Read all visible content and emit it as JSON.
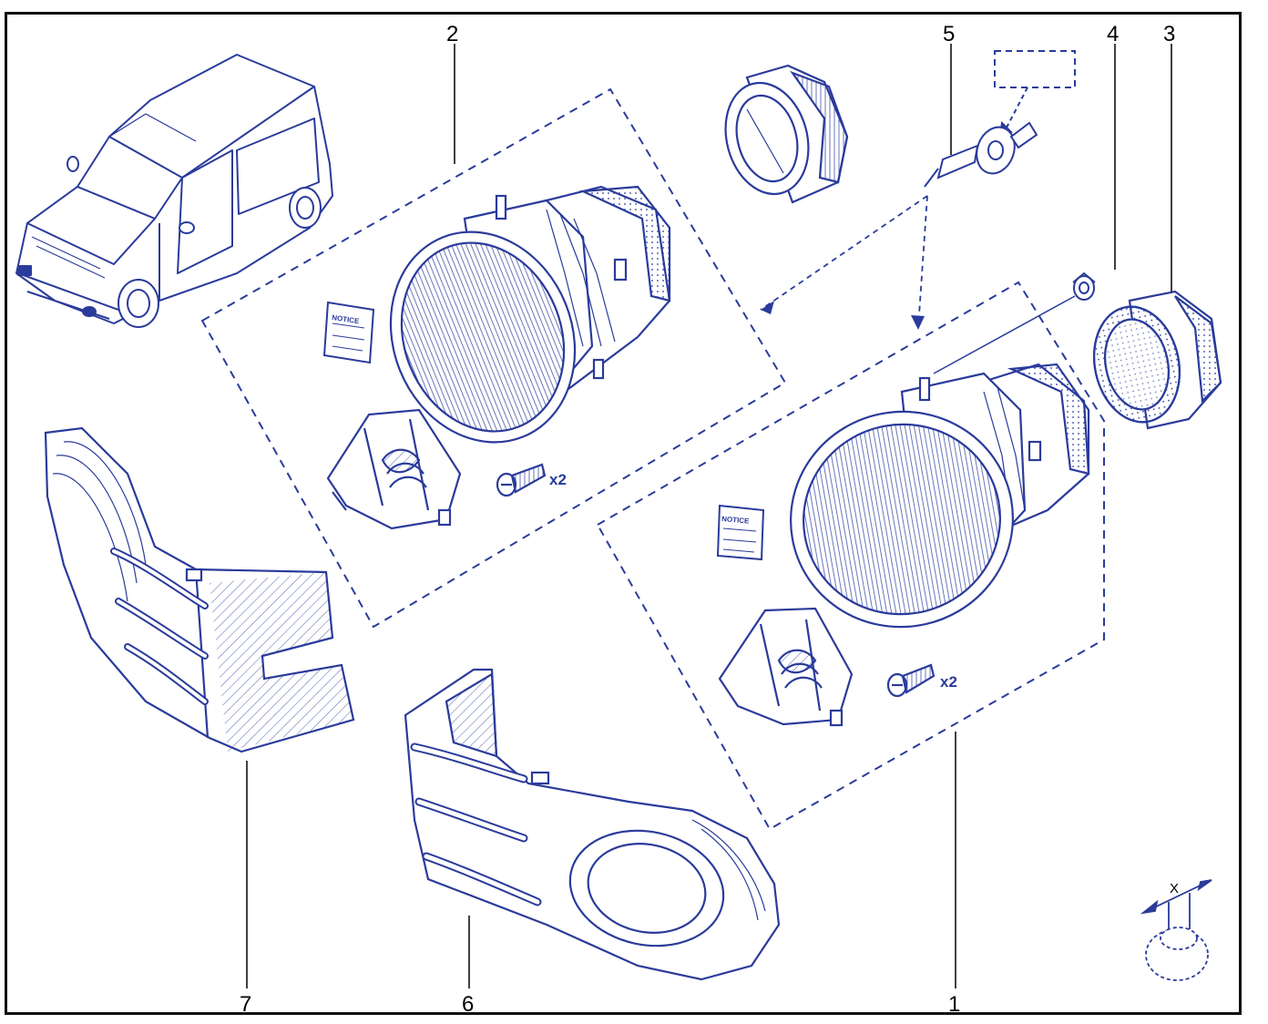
{
  "diagram": {
    "callouts": [
      {
        "id": "1",
        "label": "1"
      },
      {
        "id": "2",
        "label": "2"
      },
      {
        "id": "3",
        "label": "3"
      },
      {
        "id": "4",
        "label": "4"
      },
      {
        "id": "5",
        "label": "5"
      },
      {
        "id": "6",
        "label": "6"
      },
      {
        "id": "7",
        "label": "7"
      }
    ],
    "quantity_labels": {
      "screws_kit_left": "x2",
      "screws_kit_right": "x2"
    },
    "notice_labels": {
      "left": "NOTICE",
      "right": "NOTICE"
    },
    "dimension_label": "X",
    "colors": {
      "line": "#2a3b9b",
      "frame": "#111111",
      "callout_leader": "#111111"
    }
  }
}
